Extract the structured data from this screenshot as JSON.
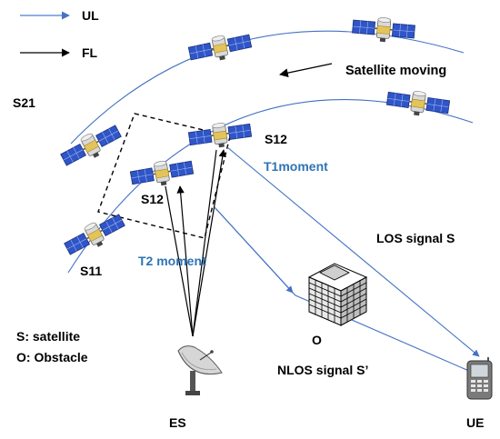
{
  "legend": {
    "ul_label": "UL",
    "fl_label": "FL",
    "ul_color": "#4a7fd0",
    "fl_color": "#000000"
  },
  "labels": {
    "satellite_moving": "Satellite moving",
    "s21": "S21",
    "s12_right": "S12",
    "s12_left": "S12",
    "s11": "S11",
    "t1_moment": "T1moment",
    "t2_moment": "T2 moment",
    "los_signal": "LOS signal S",
    "nlos_signal": "NLOS signal S’",
    "obstacle_marker": "O",
    "es": "ES",
    "ue": "UE"
  },
  "key": {
    "s_def": "S:  satellite",
    "o_def": "O:  Obstacle"
  },
  "colors": {
    "signal_blue": "#4472c4",
    "label_blue": "#2e74b5",
    "panel_blue": "#2f55c8",
    "body_silver": "#d9d9d9",
    "body_gold": "#e3c45a"
  },
  "icons": [
    "satellite-icon",
    "building-icon",
    "dish-antenna-icon",
    "mobile-phone-icon"
  ]
}
